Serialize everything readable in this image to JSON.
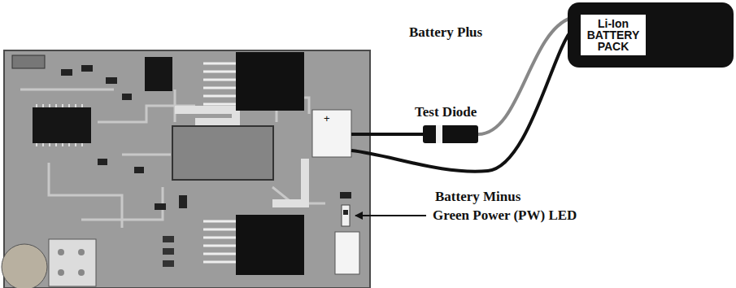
{
  "diagram": {
    "nodes": [
      {
        "text": [
          "Li-Ion BATTERY PACK"
        ]
      }
    ],
    "labels": [
      "Battery Plus",
      "Test Diode",
      "Battery Minus",
      "Green Power (PW) LED",
      "+"
    ]
  }
}
